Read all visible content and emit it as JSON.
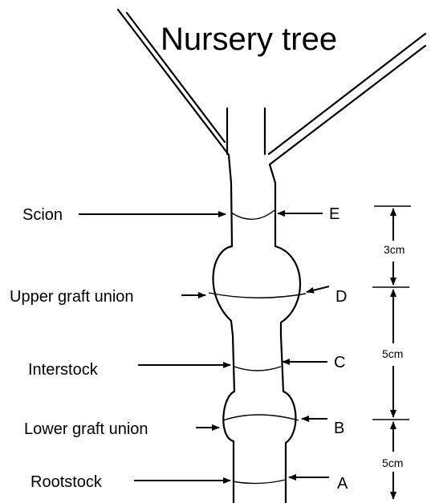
{
  "title": "Nursery tree",
  "left_labels": {
    "scion": "Scion",
    "upper_union": "Upper graft union",
    "interstock": "Interstock",
    "lower_union": "Lower graft union",
    "rootstock": "Rootstock"
  },
  "right_labels": {
    "e": "E",
    "d": "D",
    "c": "C",
    "b": "B",
    "a": "A"
  },
  "dimensions": {
    "top": "3cm",
    "middle": "5cm",
    "bottom": "5cm"
  }
}
